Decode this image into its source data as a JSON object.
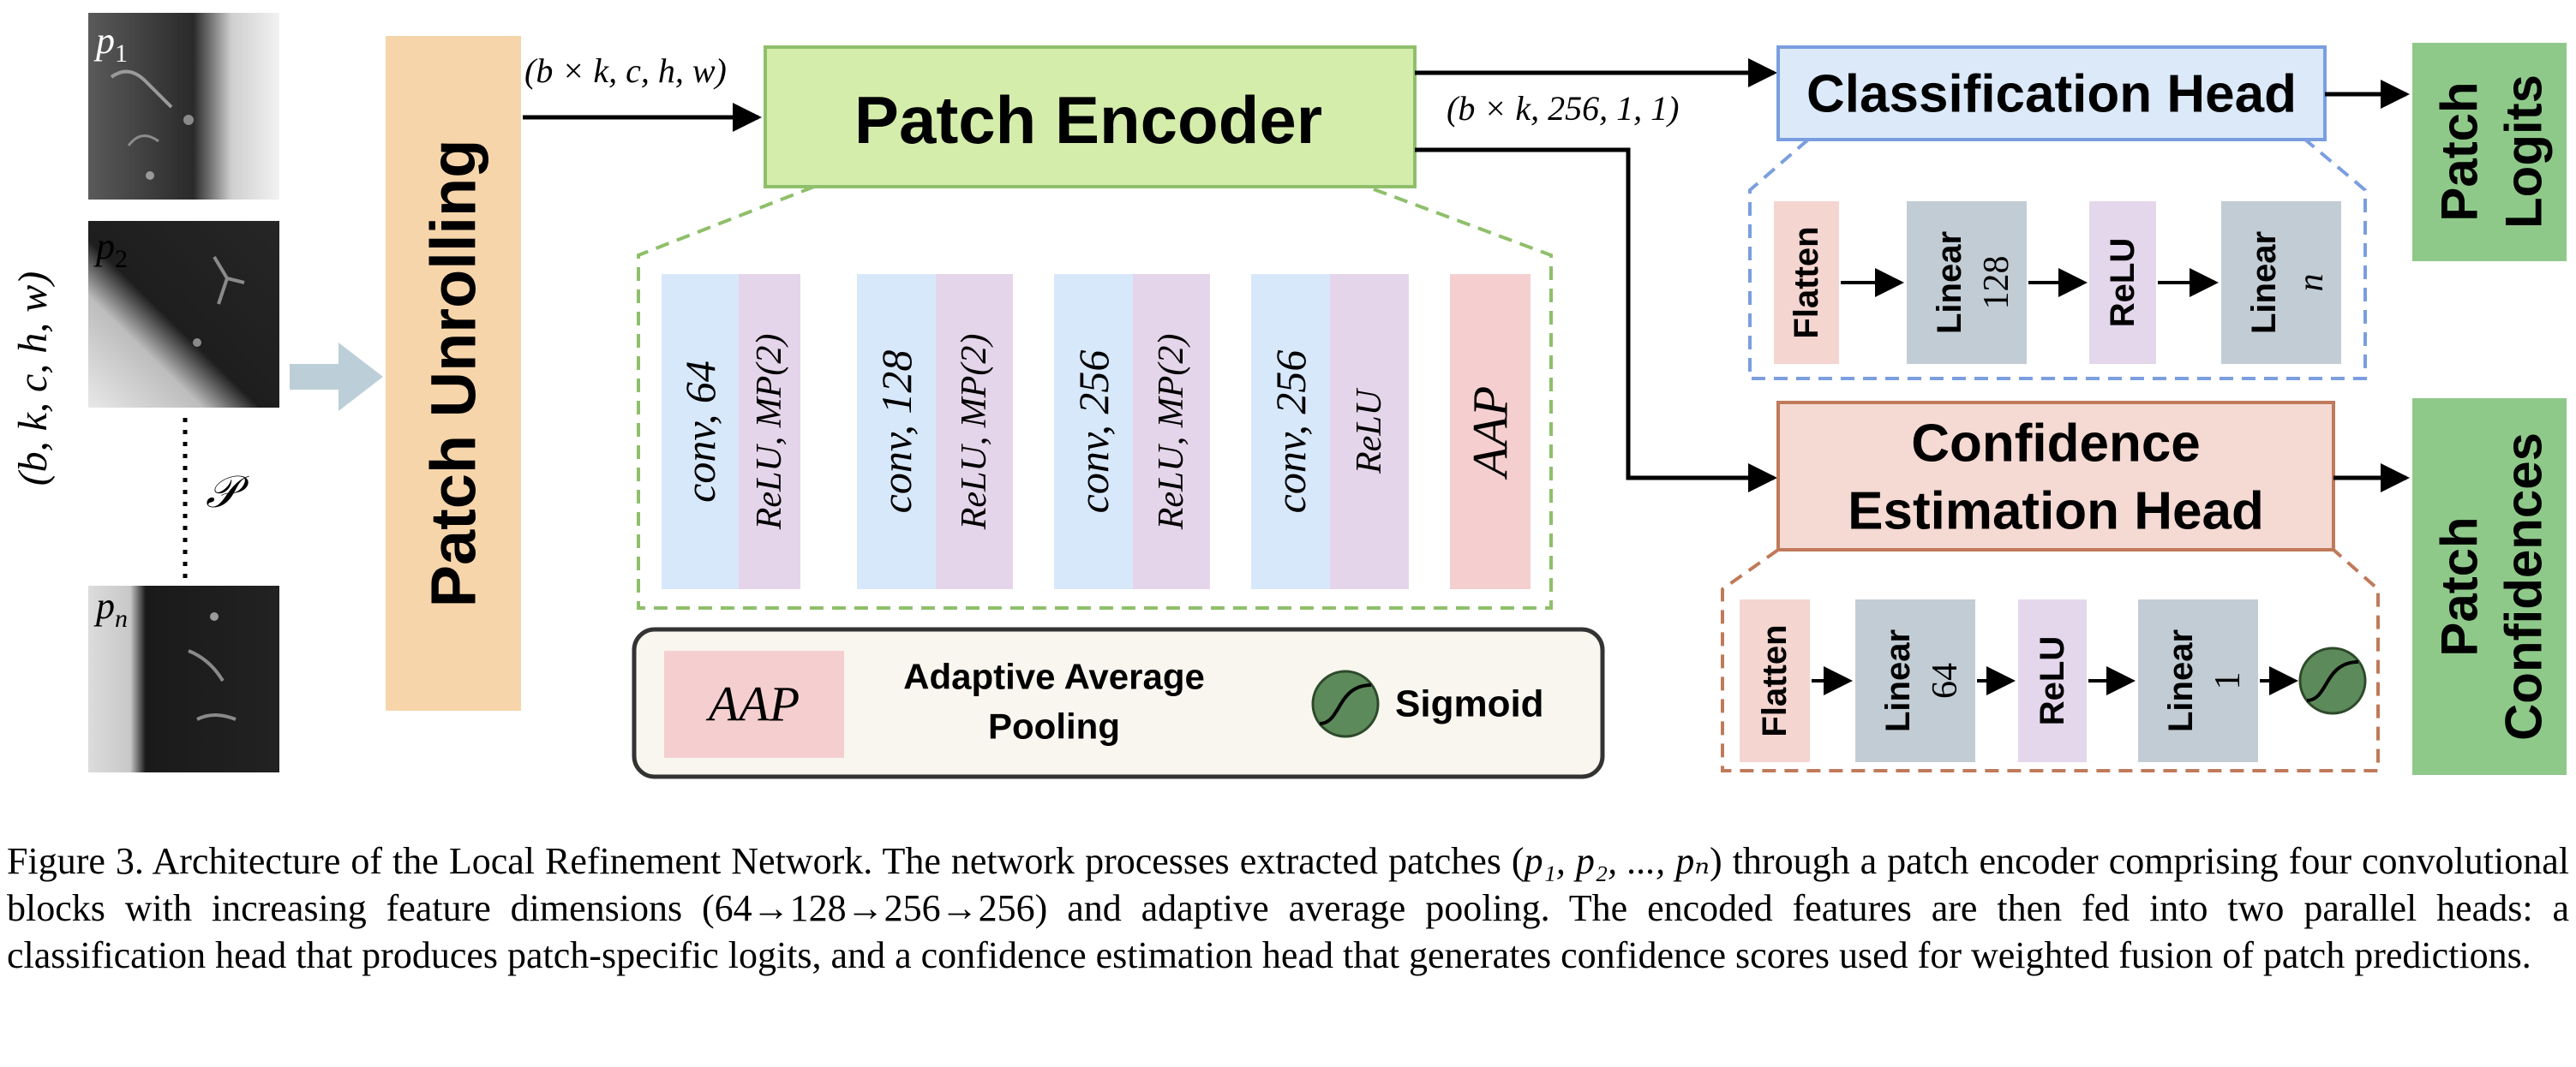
{
  "patches": {
    "labels": [
      {
        "base": "p",
        "sub": "1"
      },
      {
        "base": "p",
        "sub": "2"
      },
      {
        "base": "p",
        "sub": "n"
      }
    ],
    "set_label": "𝒫"
  },
  "input_shape": "(b, k, c, h, w)",
  "patch_unrolling": {
    "label": "Patch Unrolling",
    "color": "#f7d5ab"
  },
  "unrolled_shape": "(b × k, c, h, w)",
  "patch_encoder": {
    "label": "Patch Encoder",
    "color": "#d5edab",
    "output_shape": "(b × k, 256, 1, 1)",
    "blocks": [
      {
        "conv": "conv, 64",
        "act": "ReLU, MP(2)"
      },
      {
        "conv": "conv, 128",
        "act": "ReLU, MP(2)"
      },
      {
        "conv": "conv, 256",
        "act": "ReLU, MP(2)"
      },
      {
        "conv": "conv, 256",
        "act": "ReLU"
      }
    ],
    "pool": "AAP"
  },
  "classification_head": {
    "label": "Classification Head",
    "color": "#dbe9f9",
    "layers": [
      {
        "line1": "Flatten",
        "line2": ""
      },
      {
        "line1": "Linear",
        "line2": "128"
      },
      {
        "line1": "ReLU",
        "line2": ""
      },
      {
        "line1": "Linear",
        "line2": "n"
      }
    ],
    "output": {
      "line1": "Patch",
      "line2": "Logits"
    }
  },
  "confidence_head": {
    "label_line1": "Confidence",
    "label_line2": "Estimation Head",
    "color": "#f5d9d3",
    "layers": [
      {
        "line1": "Flatten",
        "line2": ""
      },
      {
        "line1": "Linear",
        "line2": "64"
      },
      {
        "line1": "ReLU",
        "line2": ""
      },
      {
        "line1": "Linear",
        "line2": "1"
      }
    ],
    "output": {
      "line1": "Patch",
      "line2": "Confidences"
    }
  },
  "legend": {
    "aap_symbol": "AAP",
    "aap_line1": "Adaptive Average",
    "aap_line2": "Pooling",
    "sigmoid_label": "Sigmoid"
  },
  "colors": {
    "conv_fill": "#d8e8fb",
    "act_fill": "#e5d5ea",
    "aap_fill": "#f5cfcf",
    "flatten_fill": "#f5d5d0",
    "linear_fill": "#c2ccd4",
    "relu_fill": "#e4d7ec",
    "output_fill": "#8fc98a",
    "sigmoid_fill": "#5d8a5a",
    "encoder_dash": "#8fbf6a",
    "cls_dash": "#7a9ee0",
    "conf_dash": "#c07a5a"
  },
  "caption": {
    "part1": "Figure 3.  Architecture of the Local Refinement Network.  The network processes extracted patches (",
    "math": "p₁, p₂, ..., pₙ",
    "part2": ") through a patch encoder comprising four convolutional blocks with increasing feature dimensions (64→128→256→256) and adaptive average pooling. The encoded features are then fed into two parallel heads: a classification head that produces patch-specific logits, and a confidence estimation head that generates confidence scores used for weighted fusion of patch predictions."
  }
}
